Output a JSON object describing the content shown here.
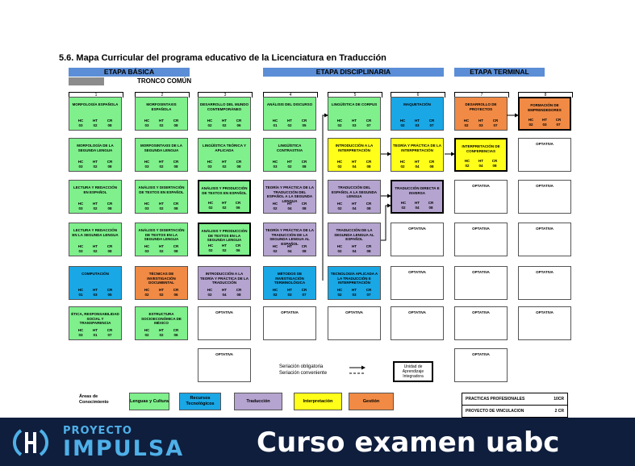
{
  "document": {
    "title": "5.6. Mapa Curricular del programa educativo de la Licenciatura en Traducción",
    "stages": [
      {
        "label": "ETAPA  BÁSICA"
      },
      {
        "label": "ETAPA DISCIPLINARIA"
      },
      {
        "label": "ETAPA TERMINAL"
      }
    ],
    "tronco": "TRONCO COMÚN",
    "semesters": [
      "1",
      "2",
      "3",
      "4",
      "5",
      "6",
      "7",
      "8"
    ],
    "credit_headers": [
      "HC",
      "HT",
      "CR"
    ],
    "colors": {
      "lenguas": "#7ff08c",
      "recursos": "#1aa7e6",
      "traduccion": "#b4a4cf",
      "interpretacion": "#ffff1a",
      "gestion": "#f08a45"
    },
    "courses": [
      {
        "col": 0,
        "row": 0,
        "area": "lenguas",
        "name": "MORFOLOGÍA ESPAÑOLA",
        "hc": "03",
        "ht": "02",
        "cr": "08"
      },
      {
        "col": 1,
        "row": 0,
        "area": "lenguas",
        "name": "MORFOSINTAXIS ESPAÑOLA",
        "hc": "03",
        "ht": "02",
        "cr": "08"
      },
      {
        "col": 2,
        "row": 0,
        "area": "lenguas",
        "name": "DESARROLLO DEL MUNDO CONTEMPORÁNEO",
        "hc": "02",
        "ht": "02",
        "cr": "06"
      },
      {
        "col": 3,
        "row": 0,
        "area": "lenguas",
        "name": "ANÁLISIS DEL DISCURSO",
        "hc": "01",
        "ht": "02",
        "cr": "05"
      },
      {
        "col": 4,
        "row": 0,
        "area": "lenguas",
        "name": "LINGÜÍSTICA DE CORPUS",
        "hc": "02",
        "ht": "03",
        "cr": "07"
      },
      {
        "col": 5,
        "row": 0,
        "area": "recursos",
        "name": "MAQUETACIÓN",
        "hc": "02",
        "ht": "03",
        "cr": "07"
      },
      {
        "col": 6,
        "row": 0,
        "area": "gestion",
        "name": "DESARROLLO DE PROYECTOS",
        "hc": "02",
        "ht": "03",
        "cr": "07"
      },
      {
        "col": 7,
        "row": 0,
        "area": "gestion",
        "integ": true,
        "name": "FORMACIÓN DE EMPRENDEDORES",
        "hc": "02",
        "ht": "03",
        "cr": "07"
      },
      {
        "col": 0,
        "row": 1,
        "area": "lenguas",
        "name": "MORFOLOGÍA DE LA SEGUNDA LENGUA",
        "hc": "03",
        "ht": "02",
        "cr": "08"
      },
      {
        "col": 1,
        "row": 1,
        "area": "lenguas",
        "name": "MORFOSINTAXIS DE LA SEGUNDA LENGUA",
        "hc": "03",
        "ht": "02",
        "cr": "08"
      },
      {
        "col": 2,
        "row": 1,
        "area": "lenguas",
        "name": "LINGÜÍSTICA TEÓRICA Y APLICADA",
        "hc": "03",
        "ht": "02",
        "cr": "08"
      },
      {
        "col": 3,
        "row": 1,
        "area": "lenguas",
        "name": "LINGÜÍSTICA CONTRASTIVA",
        "hc": "03",
        "ht": "02",
        "cr": "08"
      },
      {
        "col": 4,
        "row": 1,
        "area": "interpretacion",
        "name": "INTRODUCCIÓN A LA INTERPRETACIÓN",
        "hc": "02",
        "ht": "04",
        "cr": "08"
      },
      {
        "col": 5,
        "row": 1,
        "area": "interpretacion",
        "name": "TEORÍA Y PRÁCTICA DE LA INTERPRETACIÓN",
        "hc": "02",
        "ht": "04",
        "cr": "08"
      },
      {
        "col": 6,
        "row": 1,
        "area": "interpretacion",
        "integ": true,
        "name": "INTERPRETACIÓN DE CONFERENCIAS",
        "hc": "02",
        "ht": "04",
        "cr": "08"
      },
      {
        "col": 0,
        "row": 2,
        "area": "lenguas",
        "name": "LECTURA Y REDACCIÓN EN ESPAÑOL",
        "hc": "03",
        "ht": "02",
        "cr": "08"
      },
      {
        "col": 1,
        "row": 2,
        "area": "lenguas",
        "name": "ANÁLISIS Y DISERTACIÓN DE TEXTOS EN ESPAÑOL",
        "hc": "03",
        "ht": "02",
        "cr": "08"
      },
      {
        "col": 2,
        "row": 2,
        "area": "lenguas",
        "integ": true,
        "name": "ANÁLISIS Y PRODUCCIÓN DE TEXTOS EN ESPAÑOL",
        "hc": "02",
        "ht": "02",
        "cr": "06"
      },
      {
        "col": 3,
        "row": 2,
        "area": "traduccion",
        "name": "TEORÍA Y PRÁCTICA DE LA TRADUCCIÓN DEL ESPAÑOL A LA SEGUNDA LENGUA",
        "hc": "02",
        "ht": "04",
        "cr": "08"
      },
      {
        "col": 4,
        "row": 2,
        "area": "traduccion",
        "name": "TRADUCCIÓN DEL ESPAÑOL A LA SEGUNDA LENGUA",
        "hc": "02",
        "ht": "04",
        "cr": "08"
      },
      {
        "col": 5,
        "row": 2,
        "area": "traduccion",
        "integ": true,
        "name": "TRADUCCIÓN DIRECTA E INVERSA",
        "hc": "02",
        "ht": "04",
        "cr": "08"
      },
      {
        "col": 0,
        "row": 3,
        "area": "lenguas",
        "name": "LECTURA Y REDACCIÓN EN LA SEGUNDA LENGUA",
        "hc": "03",
        "ht": "02",
        "cr": "08"
      },
      {
        "col": 1,
        "row": 3,
        "area": "lenguas",
        "name": "ANÁLISIS Y DISERTACIÓN DE TEXTOS EN LA SEGUNDA LENGUA",
        "hc": "03",
        "ht": "02",
        "cr": "08"
      },
      {
        "col": 2,
        "row": 3,
        "area": "lenguas",
        "integ": true,
        "name": "ANÁLISIS Y PRODUCCIÓN DE TEXTOS EN LA SEGUNDA LENGUA",
        "hc": "02",
        "ht": "02",
        "cr": "06"
      },
      {
        "col": 3,
        "row": 3,
        "area": "traduccion",
        "name": "TEORÍA Y PRÁCTICA DE LA TRADUCCIÓN DE LA SEGUNDA LENGUA AL ESPAÑOL",
        "hc": "02",
        "ht": "04",
        "cr": "08"
      },
      {
        "col": 4,
        "row": 3,
        "area": "traduccion",
        "name": "TRADUCCIÓN DE LA SEGUNDA LENGUA AL ESPAÑOL",
        "hc": "02",
        "ht": "04",
        "cr": "08"
      },
      {
        "col": 0,
        "row": 4,
        "area": "recursos",
        "name": "COMPUTACIÓN",
        "hc": "01",
        "ht": "03",
        "cr": "05"
      },
      {
        "col": 1,
        "row": 4,
        "area": "gestion",
        "name": "TÉCNICAS DE INVESTIGACIÓN DOCUMENTAL",
        "hc": "02",
        "ht": "02",
        "cr": "06"
      },
      {
        "col": 2,
        "row": 4,
        "area": "traduccion",
        "name": "INTRODUCCIÓN A LA TEORÍA Y PRÁCTICA DE LA TRADUCCIÓN",
        "hc": "02",
        "ht": "04",
        "cr": "08"
      },
      {
        "col": 3,
        "row": 4,
        "area": "recursos",
        "name": "MÉTODOS DE INVESTIGACIÓN TERMINOLÓGICA",
        "hc": "02",
        "ht": "03",
        "cr": "07"
      },
      {
        "col": 4,
        "row": 4,
        "area": "recursos",
        "name": "TECNOLOGÍA APLICADA A LA TRADUCCIÓN E INTERPRETACIÓN",
        "hc": "02",
        "ht": "03",
        "cr": "07"
      },
      {
        "col": 0,
        "row": 5,
        "area": "lenguas",
        "name": "ÉTICA, RESPONSABILIDAD SOCIAL Y TRANSPARENCIA",
        "hc": "03",
        "ht": "01",
        "cr": "07"
      },
      {
        "col": 1,
        "row": 5,
        "area": "lenguas",
        "name": "ESTRUCTURA SOCIOECONÓMICA DE MÉXICO",
        "hc": "02",
        "ht": "02",
        "cr": "06"
      }
    ],
    "optativa_label": "OPTATIVA",
    "optativas": [
      {
        "col": 7,
        "row": 1
      },
      {
        "col": 6,
        "row": 2
      },
      {
        "col": 7,
        "row": 2
      },
      {
        "col": 5,
        "row": 3
      },
      {
        "col": 6,
        "row": 3
      },
      {
        "col": 7,
        "row": 3
      },
      {
        "col": 5,
        "row": 4
      },
      {
        "col": 6,
        "row": 4
      },
      {
        "col": 7,
        "row": 4
      },
      {
        "col": 2,
        "row": 5
      },
      {
        "col": 3,
        "row": 5
      },
      {
        "col": 4,
        "row": 5
      },
      {
        "col": 5,
        "row": 5
      },
      {
        "col": 6,
        "row": 5
      },
      {
        "col": 7,
        "row": 5
      },
      {
        "col": 2,
        "row": 6
      },
      {
        "col": 6,
        "row": 6
      }
    ],
    "seriation": {
      "mandatory": "Seriación obligatoria",
      "convenient": "Seriación conveniente"
    },
    "integrating_unit": "Unidad de Aprendizaje Integradora",
    "areas_label": "Áreas de Conocimiento",
    "areas": [
      {
        "key": "lenguas",
        "label": "Lenguas y Cultura"
      },
      {
        "key": "recursos",
        "label": "Recursos Tecnológicos"
      },
      {
        "key": "traduccion",
        "label": "Traducción"
      },
      {
        "key": "interpretacion",
        "label": "Interpretación"
      },
      {
        "key": "gestion",
        "label": "Gestión"
      }
    ],
    "credits_table": [
      {
        "label": "PRACTICAS PROFESIONALES",
        "value": "10CR"
      },
      {
        "label": "PROYECTO DE VINCULACION",
        "value": "2 CR"
      }
    ]
  },
  "footer": {
    "brand_small": "PROYECTO",
    "brand_large": "IMPULSA",
    "tagline": "Curso examen uabc",
    "colors": {
      "background": "#0f1e3d",
      "brand": "#4fb0e8"
    }
  }
}
